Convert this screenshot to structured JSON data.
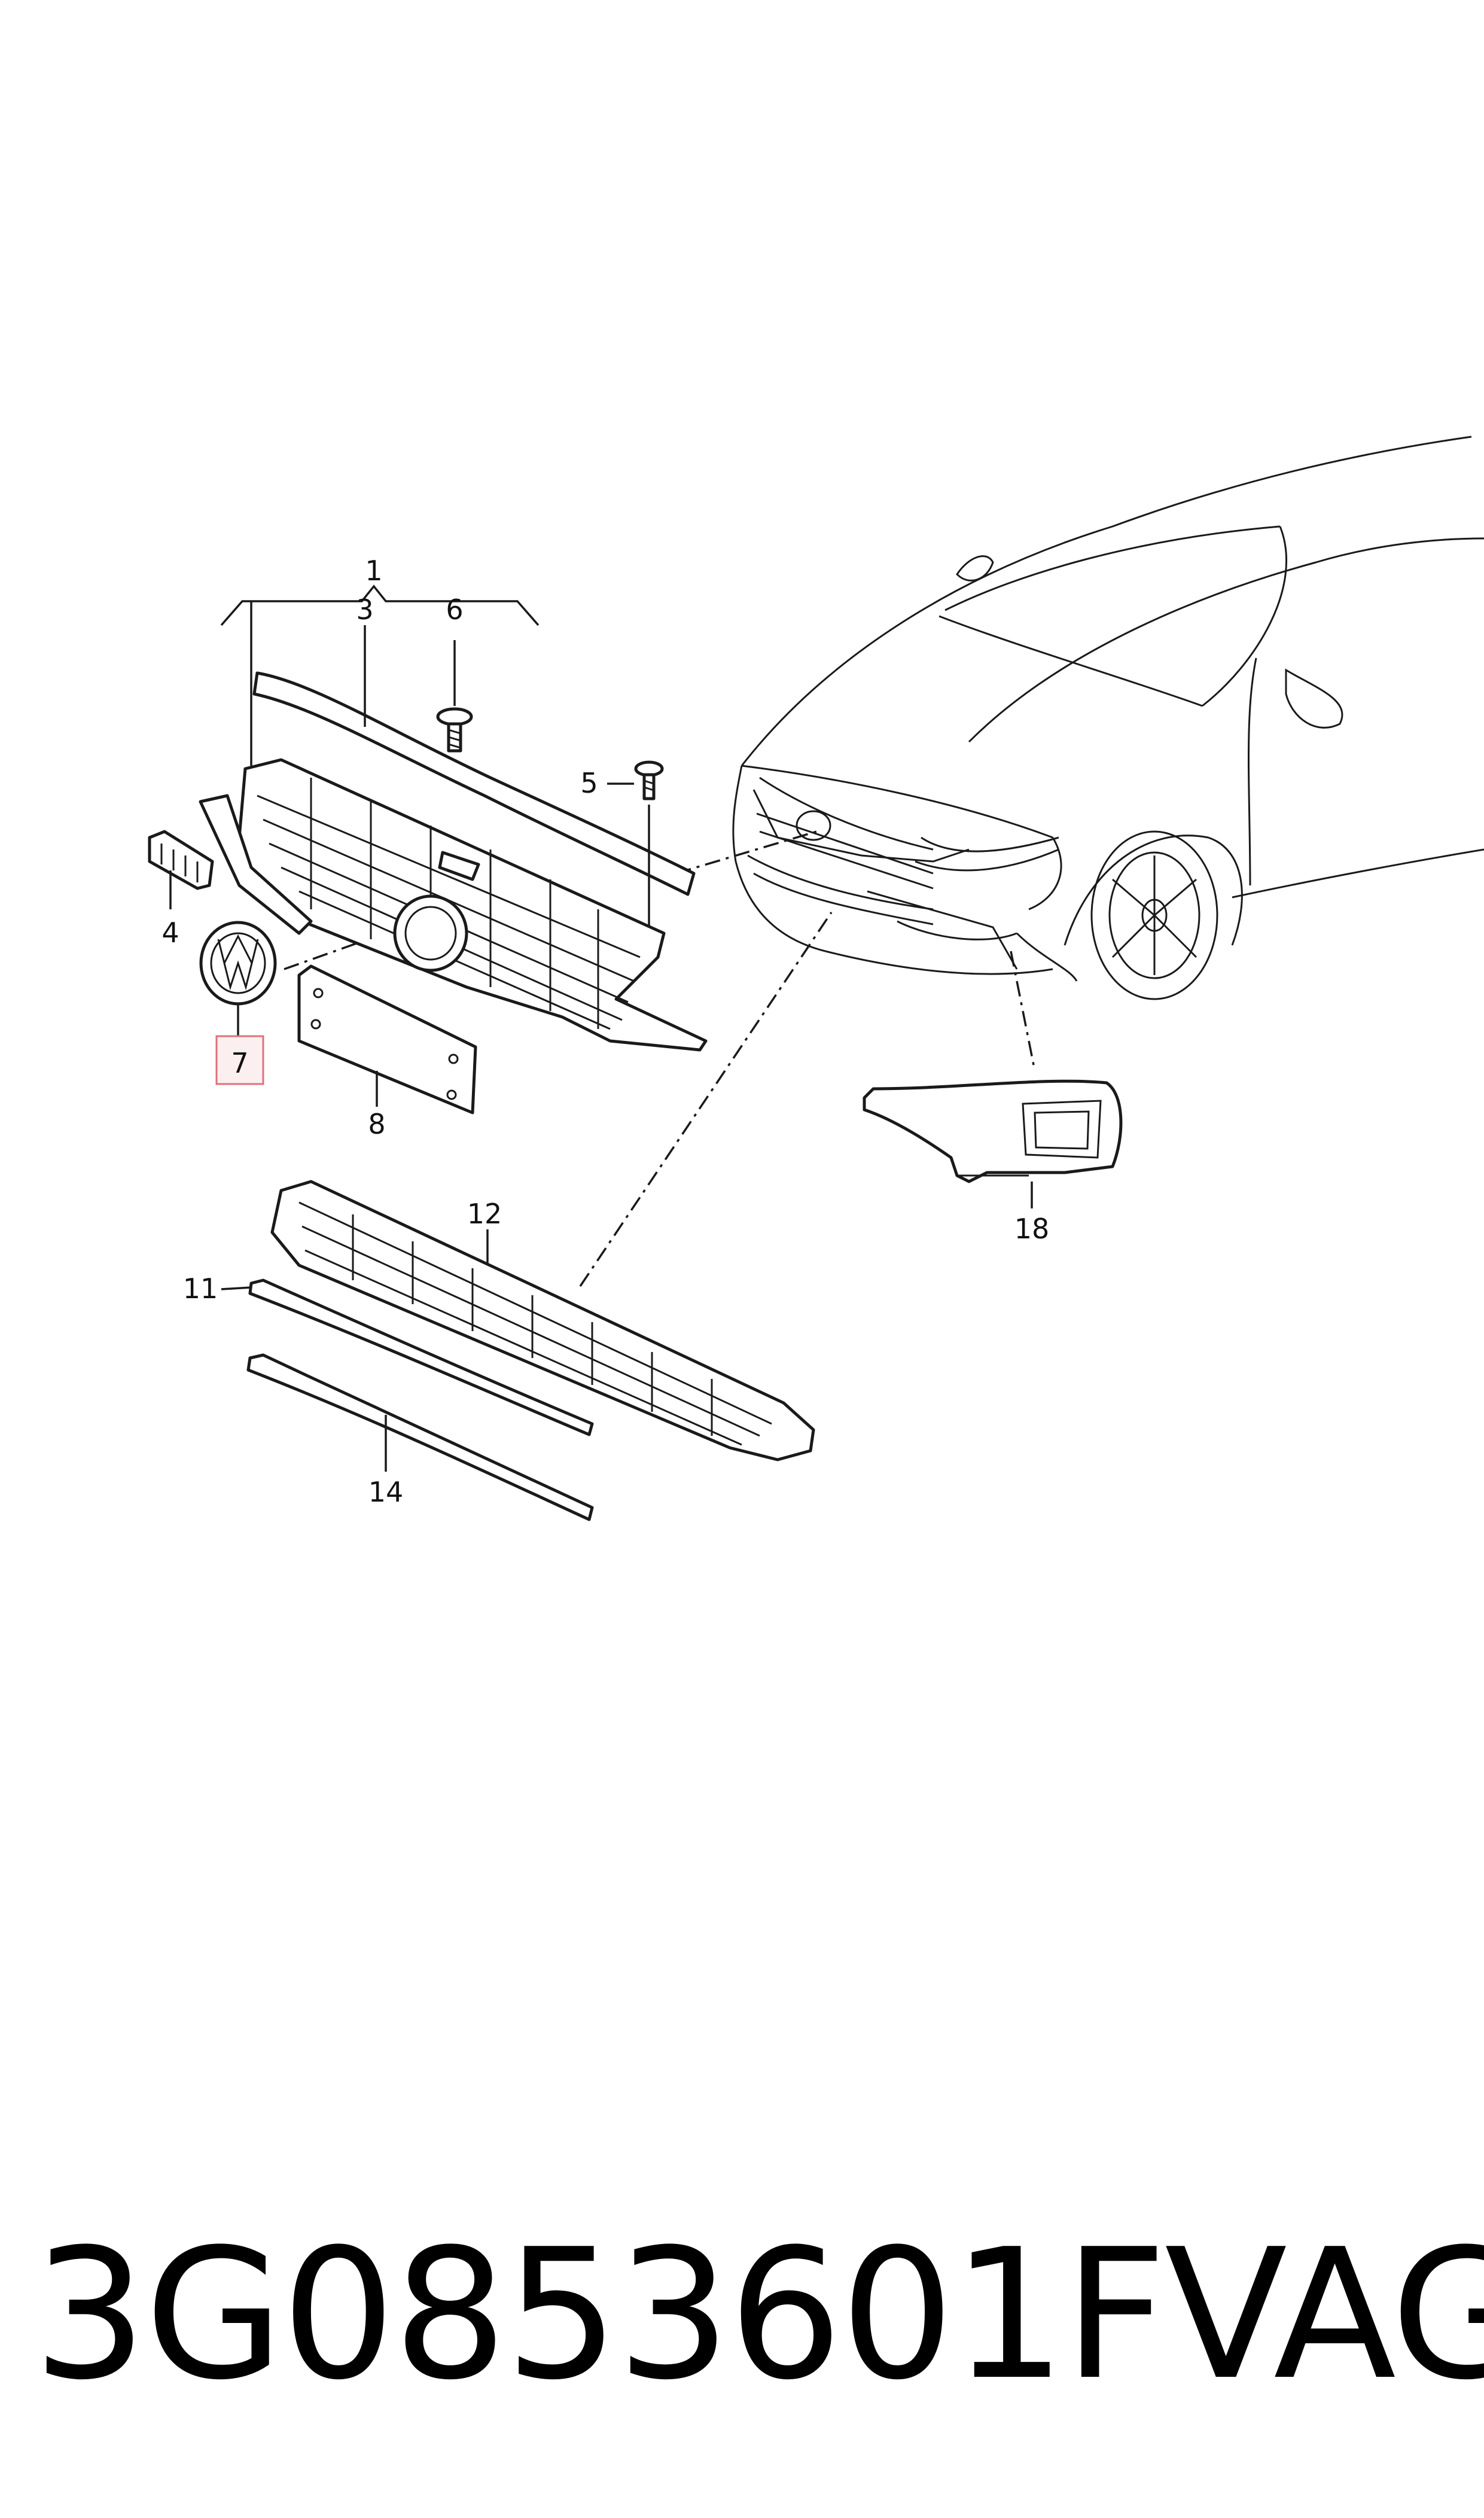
{
  "diagram": {
    "callouts": [
      "1",
      "3",
      "6",
      "5",
      "4",
      "7",
      "8",
      "12",
      "11",
      "14",
      "18"
    ],
    "highlight_color": "#e0707a"
  },
  "footer": {
    "part_number": "3G0853601F",
    "brand": "VAG"
  }
}
